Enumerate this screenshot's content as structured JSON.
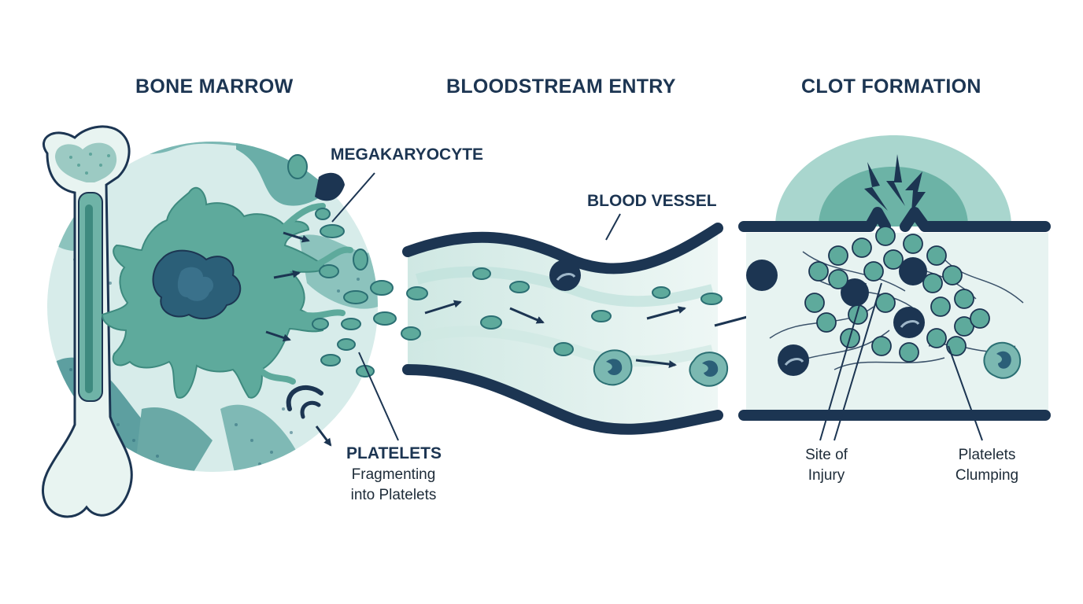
{
  "sections": {
    "bone_marrow": "BONE MARROW",
    "bloodstream": "BLOODSTREAM ENTRY",
    "clot": "CLOT FORMATION"
  },
  "labels": {
    "megakaryocyte": "MEGAKARYOCYTE",
    "blood_vessel": "BLOOD VESSEL",
    "platelets": "PLATELETS",
    "fragmenting_line1": "Fragmenting",
    "fragmenting_line2": "into Platelets",
    "site_line1": "Site of",
    "site_line2": "Injury",
    "clumping_line1": "Platelets",
    "clumping_line2": "Clumping"
  },
  "colors": {
    "navy": "#1c3552",
    "teal": "#4fa89a",
    "light_teal": "#b9ddd6",
    "pale": "#e6f3f0"
  }
}
